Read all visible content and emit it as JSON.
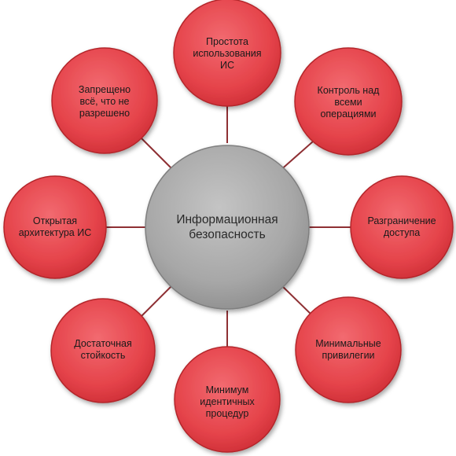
{
  "diagram": {
    "center": {
      "label": "Информационная\nбезопасность"
    },
    "nodes": [
      {
        "id": "top",
        "label": "Простота\nиспользования\nИС"
      },
      {
        "id": "top-right",
        "label": "Контроль над\nвсеми\nоперациями"
      },
      {
        "id": "right",
        "label": "Разграничение\nдоступа"
      },
      {
        "id": "bottom-right",
        "label": "Минимальные\nпривилегии"
      },
      {
        "id": "bottom",
        "label": "Минимум\nидентичных\nпроцедур"
      },
      {
        "id": "bottom-left",
        "label": "Достаточная\nстойкость"
      },
      {
        "id": "left",
        "label": "Открытая\nархитектура ИС"
      },
      {
        "id": "top-left",
        "label": "Запрещено\nвсё, что не\nразрешено"
      }
    ],
    "colors": {
      "node_fill": "#e8474e",
      "node_stroke": "#b3262c",
      "center_fill": "#a8a8a8",
      "center_stroke": "#7f7f7f",
      "connector": "#8e2f33"
    }
  }
}
